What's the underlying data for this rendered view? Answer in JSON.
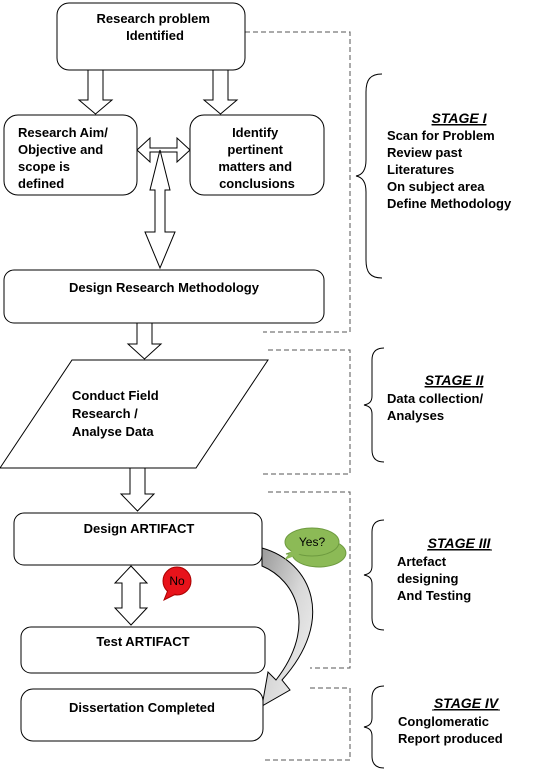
{
  "boxes": {
    "problem": [
      "Research problem",
      "Identified"
    ],
    "aim": [
      "Research Aim/",
      "Objective and",
      "scope is",
      "defined"
    ],
    "pertinent": [
      "Identify",
      "pertinent",
      "matters and",
      "conclusions"
    ],
    "methodology": [
      "Design Research Methodology"
    ],
    "field": [
      "Conduct Field",
      "Research /",
      "Analyse Data"
    ],
    "design": [
      "Design ARTIFACT"
    ],
    "test": [
      "Test ARTIFACT"
    ],
    "dissertation": [
      "Dissertation Completed"
    ]
  },
  "bubbles": {
    "yes": "Yes?",
    "no": "No"
  },
  "stages": [
    {
      "title": "STAGE I",
      "lines": [
        "Scan for Problem",
        "Review past",
        "Literatures",
        "On subject area",
        "Define Methodology"
      ]
    },
    {
      "title": "STAGE II",
      "lines": [
        "Data collection/",
        "Analyses"
      ]
    },
    {
      "title": "STAGE III",
      "lines": [
        "Artefact",
        "designing",
        "And Testing"
      ]
    },
    {
      "title": "STAGE IV",
      "lines": [
        "Conglomeratic",
        "Report produced"
      ]
    }
  ],
  "colors": {
    "yes_bubble": "#8cba56",
    "no_bubble": "#e8131b",
    "curved_arrow": "#c8c8c8"
  }
}
